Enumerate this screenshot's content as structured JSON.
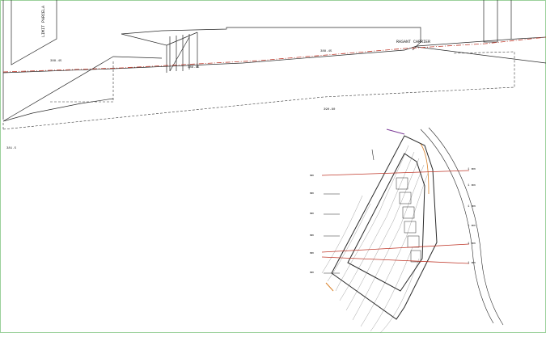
{
  "colors": {
    "line": "#2b2b2b",
    "axis_red": "#c0392b",
    "dashed": "#333333",
    "contour": "#8a8a8a",
    "orange": "#d9822b",
    "purple": "#7d3c98"
  },
  "profile": {
    "limit_label": "LIMIT PARCELA",
    "carrier_label": "RASANT CARRIER",
    "level_labels": [
      "388.45",
      "386.45",
      "388.45",
      "390.80"
    ],
    "left_label": "381.5"
  },
  "plan": {
    "left_labels": [
      "mm",
      "mm",
      "mm",
      "mm",
      "mm",
      "mm"
    ],
    "right_labels": [
      "1 mm",
      "1 mm",
      "1 mm",
      "1 mm",
      "1 mm",
      "1 mm"
    ]
  }
}
